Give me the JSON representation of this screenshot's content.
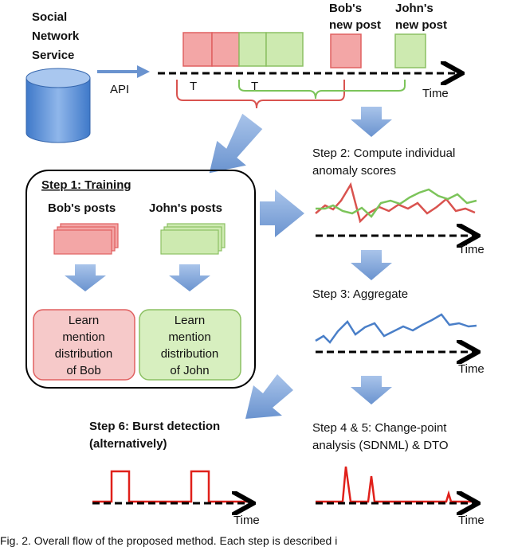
{
  "sns": {
    "title_lines": [
      "Social",
      "Network",
      "Service"
    ],
    "api_label": "API"
  },
  "timeline": {
    "bob_new_post": [
      "Bob's",
      "new post"
    ],
    "john_new_post": [
      "John's",
      "new post"
    ],
    "time_label": "Time",
    "window_label": "T"
  },
  "step1": {
    "title": "Step 1: Training",
    "bob_posts": "Bob's posts",
    "john_posts": "John's posts",
    "bob_learn": [
      "Learn",
      "mention",
      "distribution",
      "of Bob"
    ],
    "john_learn": [
      "Learn",
      "mention",
      "distribution",
      "of John"
    ]
  },
  "step2": {
    "title_lines": [
      "Step 2: Compute individual",
      "anomaly scores"
    ],
    "time_label": "Time"
  },
  "step3": {
    "title": "Step 3: Aggregate",
    "time_label": "Time"
  },
  "step45": {
    "title_lines": [
      "Step 4 & 5: Change-point",
      "analysis (SDNML) & DTO"
    ],
    "time_label": "Time"
  },
  "step6": {
    "title_lines": [
      "Step 6: Burst detection",
      "(alternatively)"
    ],
    "time_label": "Time"
  },
  "caption": "Fig. 2.  Overall flow of the proposed method. Each step is described i",
  "colors": {
    "red_fill": "#f3a6a6",
    "red_stroke": "#e06060",
    "green_fill": "#cdeab0",
    "green_stroke": "#8cc063",
    "blue_arrow": "#7ea4d6",
    "db_blue": "#5b8fd6",
    "series_red": "#d9534f",
    "series_green": "#7cc45a",
    "series_blue": "#4a7fc8",
    "burst_red": "#e0201a"
  }
}
